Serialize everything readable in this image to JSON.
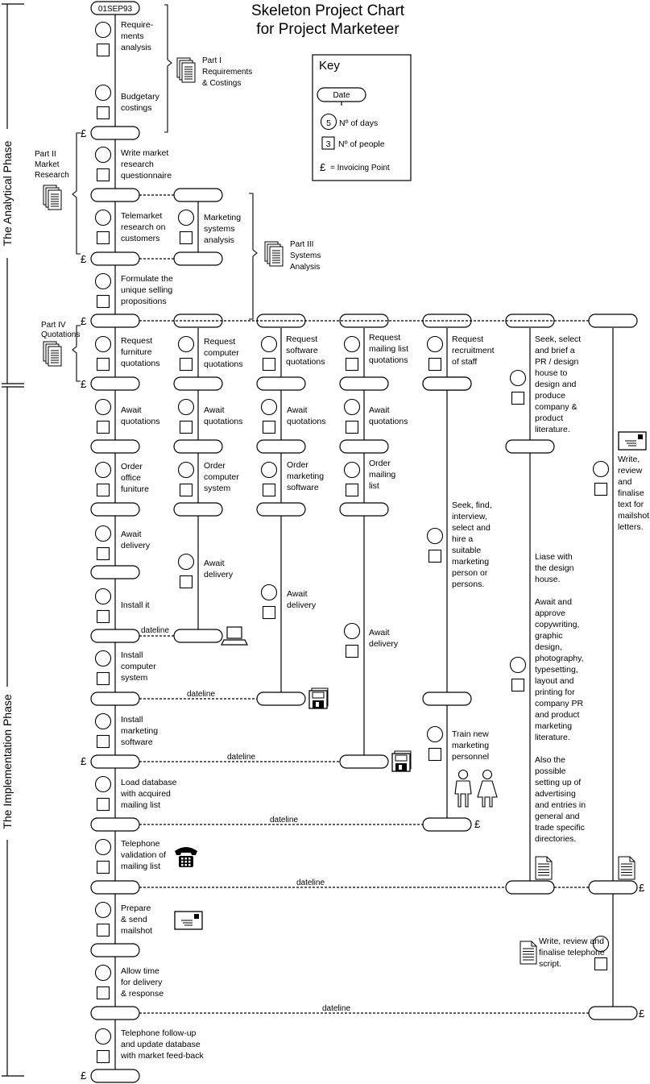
{
  "title": {
    "line1": "Skeleton Project Chart",
    "line2": "for Project Marketeer"
  },
  "start_date": "01SEP93",
  "key": {
    "heading": "Key",
    "date": "Date",
    "days_number": "5",
    "days_label": "Nº of days",
    "people_number": "3",
    "people_label": "Nº of people",
    "pound": "£",
    "invoicing_label": "= Invoicing Point"
  },
  "phases": {
    "analytical": "The Analytical Phase",
    "implementation": "The Implementation Phase"
  },
  "dateline": "dateline",
  "pound": "£",
  "parts": [
    {
      "lines": [
        "Part I",
        "Requirements",
        "& Costings"
      ]
    },
    {
      "lines": [
        "Part II",
        "Market",
        "Research"
      ]
    },
    {
      "lines": [
        "Part III",
        "Systems",
        "Analysis"
      ]
    },
    {
      "lines": [
        "Part IV",
        "Quotations"
      ]
    }
  ],
  "tasks": [
    {
      "lines": [
        "Require-",
        "ments",
        "analysis"
      ]
    },
    {
      "lines": [
        "Budgetary",
        "costings"
      ]
    },
    {
      "lines": [
        "Write market",
        "research",
        "questionnaire"
      ]
    },
    {
      "lines": [
        "Telemarket",
        "research on",
        "customers"
      ]
    },
    {
      "lines": [
        "Marketing",
        "systems",
        "analysis"
      ]
    },
    {
      "lines": [
        "Formulate the",
        "unique selling",
        "propositions"
      ]
    },
    {
      "lines": [
        "Request",
        "furniture",
        "quotations"
      ]
    },
    {
      "lines": [
        "Request",
        "computer",
        "quotations"
      ]
    },
    {
      "lines": [
        "Request",
        "software",
        "quotations"
      ]
    },
    {
      "lines": [
        "Request",
        "mailing list",
        "quotations"
      ]
    },
    {
      "lines": [
        "Request",
        "recruitment",
        "of staff"
      ]
    },
    {
      "lines": [
        "Seek, select",
        "and brief a",
        "PR / design",
        "house to",
        "design and",
        "produce",
        "company &",
        "product",
        "literature."
      ]
    },
    {
      "lines": [
        "Await",
        "quotations"
      ]
    },
    {
      "lines": [
        "Await",
        "quotations"
      ]
    },
    {
      "lines": [
        "Await",
        "quotations"
      ]
    },
    {
      "lines": [
        "Await",
        "quotations"
      ]
    },
    {
      "lines": [
        "Order",
        "office",
        "funiture"
      ]
    },
    {
      "lines": [
        "Order",
        "computer",
        "system"
      ]
    },
    {
      "lines": [
        "Order",
        "marketing",
        "software"
      ]
    },
    {
      "lines": [
        "Order",
        "mailing",
        "list"
      ]
    },
    {
      "lines": [
        "Write,",
        "review",
        "and",
        "finalise",
        "text for",
        "mailshot",
        "letters."
      ]
    },
    {
      "lines": [
        "Await",
        "delivery"
      ]
    },
    {
      "lines": [
        "Await",
        "delivery"
      ]
    },
    {
      "lines": [
        "Await",
        "delivery"
      ]
    },
    {
      "lines": [
        "Await",
        "delivery"
      ]
    },
    {
      "lines": [
        "Seek, find,",
        "interview,",
        "select and",
        "hire a",
        "suitable",
        "marketing",
        "person or",
        "persons."
      ]
    },
    {
      "lines": [
        "Install it"
      ]
    },
    {
      "lines": [
        "Liase with",
        "the design",
        "house.",
        "",
        "Await and",
        "approve",
        "copywriting,",
        "graphic",
        "design,",
        "photography,",
        "typesetting,",
        "layout and",
        "printing for",
        "company PR",
        "and product",
        "marketing",
        "literature.",
        "",
        "Also the",
        "possible",
        "setting up of",
        "advertising",
        "and entries in",
        "general and",
        "trade specific",
        "directories."
      ]
    },
    {
      "lines": [
        "Install",
        "computer",
        "system"
      ]
    },
    {
      "lines": [
        "Install",
        "marketing",
        "software"
      ]
    },
    {
      "lines": [
        "Train new",
        "marketing",
        "personnel"
      ]
    },
    {
      "lines": [
        "Load database",
        "with acquired",
        "mailing list"
      ]
    },
    {
      "lines": [
        "Telephone",
        "validation of",
        "mailing list"
      ]
    },
    {
      "lines": [
        "Prepare",
        "& send",
        "mailshot"
      ]
    },
    {
      "lines": [
        "Write, review and",
        "finalise telephone",
        "script."
      ]
    },
    {
      "lines": [
        "Allow time",
        "for delivery",
        "& response"
      ]
    },
    {
      "lines": [
        "Telephone follow-up",
        "and update database",
        "with market feed-back"
      ]
    }
  ],
  "icons": [
    "document-stack-icon",
    "document-icon",
    "envelope-icon",
    "laptop-icon",
    "floppy-disk-icon",
    "telephone-icon",
    "people-icon"
  ]
}
